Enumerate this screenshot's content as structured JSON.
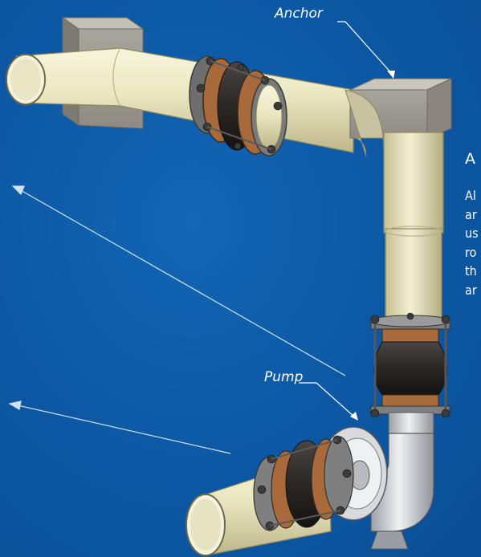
{
  "labels": {
    "anchor": "Anchor",
    "pump": "Pump"
  },
  "side_panel": {
    "title": "A",
    "lines": [
      "Al",
      "ar",
      "us",
      "ro",
      "th",
      "ar"
    ]
  },
  "colors": {
    "background": "#0d5aa6",
    "pipe": "#efeccb",
    "anchor_block": "#a6a39b",
    "rubber": "#2a2624",
    "flange": "#9c9c9c"
  }
}
